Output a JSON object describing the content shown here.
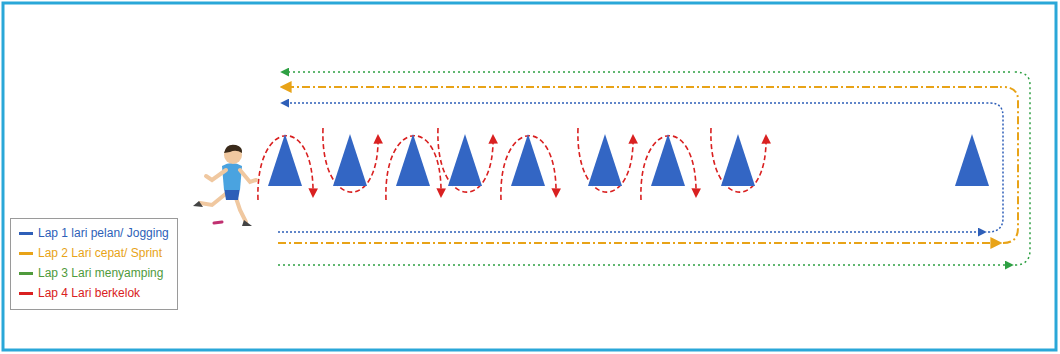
{
  "diagram": {
    "legend": [
      {
        "text": "Lap 1 lari pelan/ Jogging",
        "color": "#2e5fb8"
      },
      {
        "text": "Lap 2 Lari cepat/ Sprint",
        "color": "#e8a317"
      },
      {
        "text": "Lap 3 Lari menyamping",
        "color": "#4f9a3c"
      },
      {
        "text": "Lap 4 Lari berkelok",
        "color": "#d92020"
      }
    ]
  }
}
